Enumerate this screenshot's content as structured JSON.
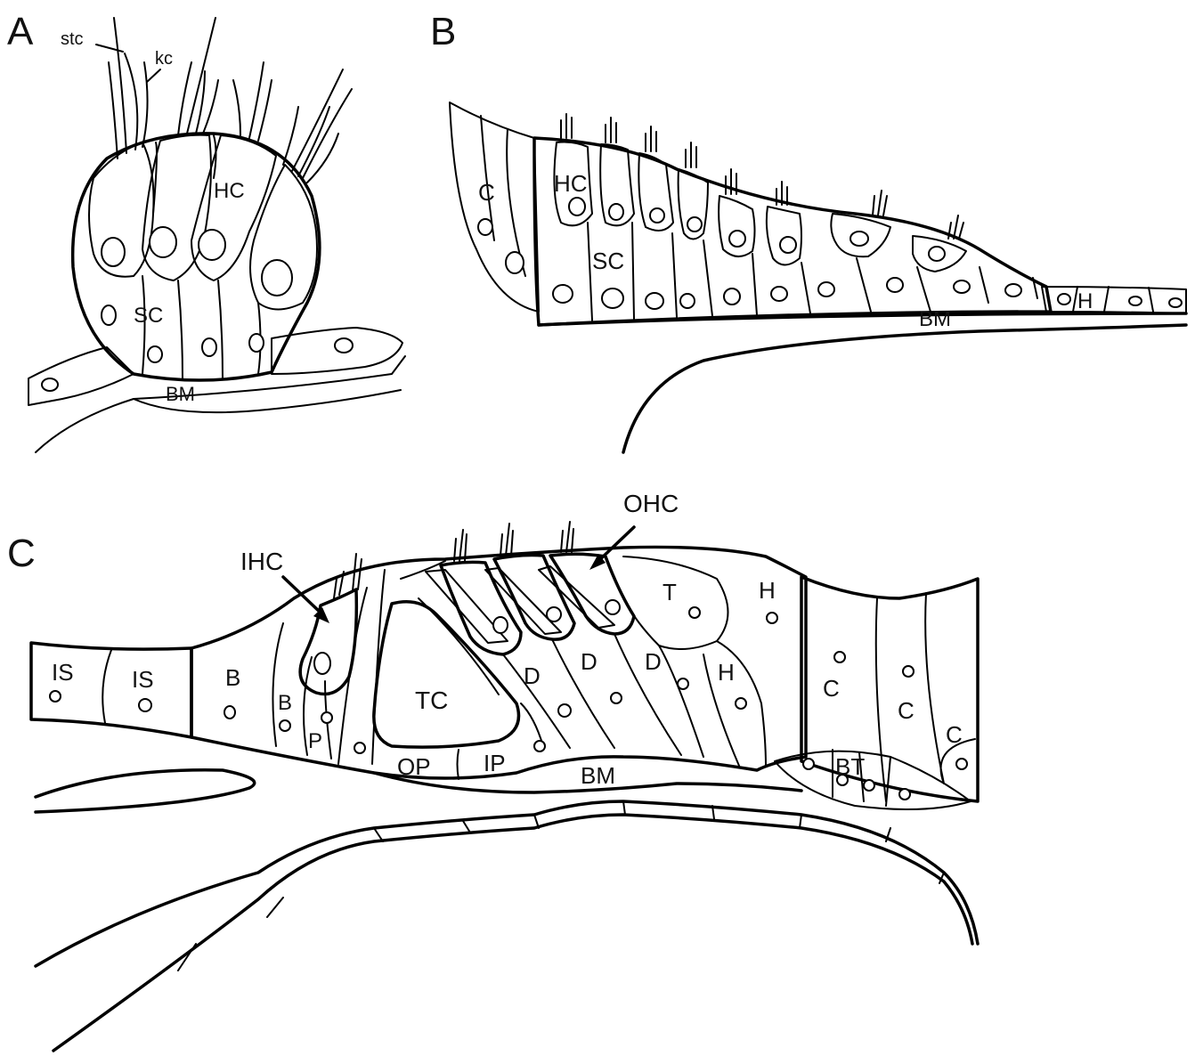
{
  "colors": {
    "hair_cell": "#E8312B",
    "hair_cell_dark": "#C8393A",
    "support_cell": "#F2EA14",
    "nonsensory": "#A58C74",
    "nonsensory_dark": "#6B4516",
    "outline": "#000000",
    "background": "#FFFFFF"
  },
  "panels": {
    "A": {
      "letter": "A",
      "labels": {
        "stc": "stc",
        "kc": "kc",
        "hc": "HC",
        "sc": "SC",
        "bm": "BM"
      }
    },
    "B": {
      "letter": "B",
      "labels": {
        "c": "C",
        "hc": "HC",
        "sc": "SC",
        "bm": "BM",
        "h": "H"
      }
    },
    "C": {
      "letter": "C",
      "labels": {
        "is1": "IS",
        "is2": "IS",
        "b1": "B",
        "b2": "B",
        "p": "P",
        "ihc": "IHC",
        "ohc": "OHC",
        "tc": "TC",
        "op": "OP",
        "ip": "IP",
        "d1": "D",
        "d2": "D",
        "d3": "D",
        "t": "T",
        "h1": "H",
        "h2": "H",
        "c1": "C",
        "c2": "C",
        "c3": "C",
        "bt": "BT",
        "bm": "BM"
      }
    }
  }
}
